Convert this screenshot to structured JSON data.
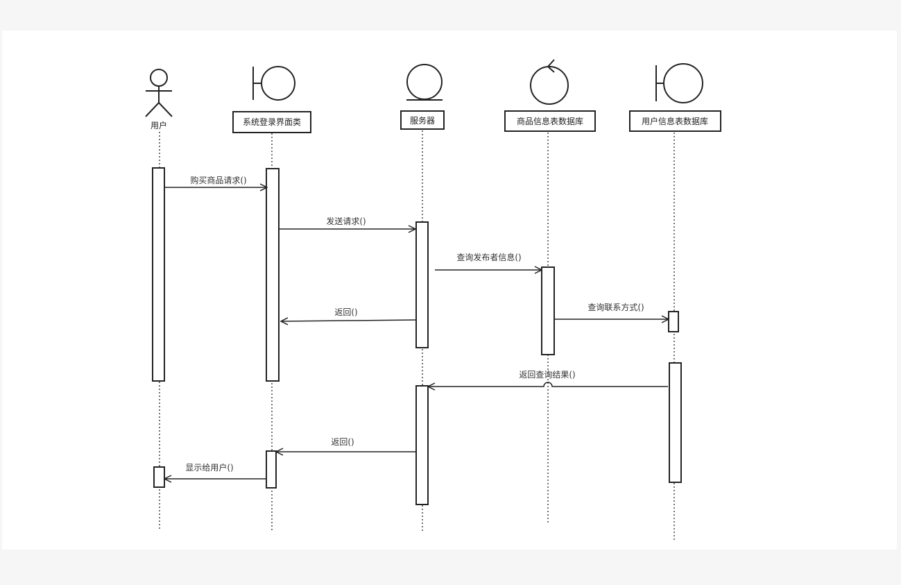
{
  "participants": [
    {
      "id": "user",
      "type": "actor",
      "label": "用户"
    },
    {
      "id": "login_ui",
      "type": "boundary",
      "label": "系统登录界面类"
    },
    {
      "id": "server",
      "type": "entity",
      "label": "服务器"
    },
    {
      "id": "goods_db",
      "type": "control",
      "label": "商品信息表数据库"
    },
    {
      "id": "user_db",
      "type": "boundary",
      "label": "用户信息表数据库"
    }
  ],
  "messages": [
    {
      "from": "user",
      "to": "login_ui",
      "label": "购买商品请求()"
    },
    {
      "from": "login_ui",
      "to": "server",
      "label": "发送请求()"
    },
    {
      "from": "server",
      "to": "goods_db",
      "label": "查询发布者信息()"
    },
    {
      "from": "server",
      "to": "login_ui",
      "label": "返回()"
    },
    {
      "from": "goods_db",
      "to": "user_db",
      "label": "查询联系方式()"
    },
    {
      "from": "user_db",
      "to": "server",
      "label": "返回查询结果()"
    },
    {
      "from": "server",
      "to": "login_ui",
      "label": "返回()"
    },
    {
      "from": "login_ui",
      "to": "user",
      "label": "显示给用户()"
    }
  ]
}
